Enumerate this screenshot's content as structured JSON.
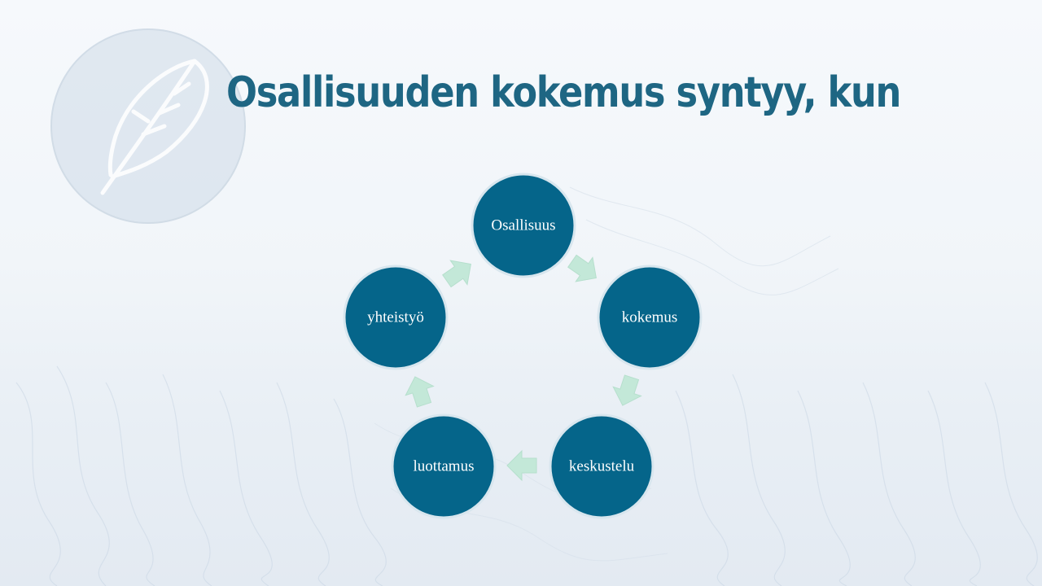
{
  "title": "Osallisuuden kokemus syntyy, kun",
  "cycle": {
    "nodes": [
      {
        "label": "Osallisuus"
      },
      {
        "label": "kokemus"
      },
      {
        "label": "keskustelu"
      },
      {
        "label": "luottamus"
      },
      {
        "label": "yhteistyö"
      }
    ]
  },
  "colors": {
    "title": "#1e6683",
    "node_fill": "#05658a",
    "node_border": "#d8e6ee",
    "arrow_fill": "#c3e8d8",
    "logo_circle": "#d3dfe9"
  },
  "icons": [
    "feather-icon"
  ]
}
